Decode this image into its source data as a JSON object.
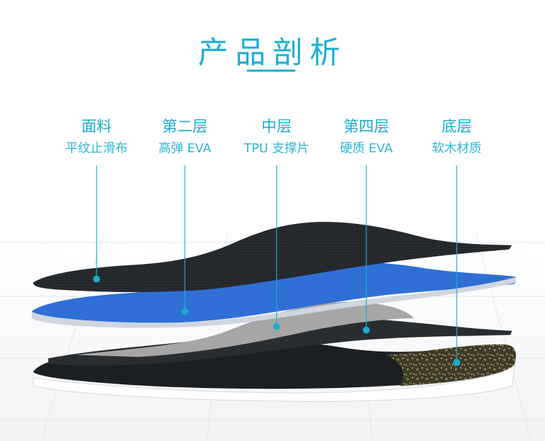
{
  "title": "产品剖析",
  "layers": [
    {
      "name": "面料",
      "desc": "平纹止滑布"
    },
    {
      "name": "第二层",
      "desc": "高弹 EVA"
    },
    {
      "name": "中层",
      "desc": "TPU 支撑片"
    },
    {
      "name": "第四层",
      "desc": "硬质 EVA"
    },
    {
      "name": "底层",
      "desc": "软木材质"
    }
  ],
  "colors": {
    "accent": "#1aaecf",
    "fabric": "#24282c",
    "eva_blue": "#2f6fd6",
    "tpu_gray": "#a3a3a3",
    "hard_eva": "#2b2e31",
    "cork": "#4a4430"
  }
}
